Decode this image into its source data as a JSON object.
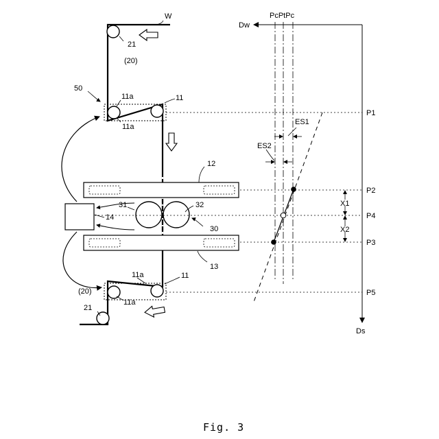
{
  "caption": "Fig. 3",
  "labels": {
    "w": "W",
    "roller_21_top": "21",
    "unit_20_top": "(20)",
    "ref_50": "50",
    "r11a_top_left": "11a",
    "r11_top": "11",
    "r11a_top_bottom": "11a",
    "r12": "12",
    "r31": "31",
    "r32": "32",
    "r14": "14",
    "r30": "30",
    "r13": "13",
    "r11a_bot_top": "11a",
    "r11_bot": "11",
    "unit_20_bot": "(20)",
    "r11a_bot_bottom": "11a",
    "roller_21_bot": "21"
  },
  "graph": {
    "dw": "Dw",
    "ds": "Ds",
    "pcptpc": "PcPtPc",
    "es1": "ES1",
    "es2": "ES2",
    "x1": "X1",
    "x2": "X2",
    "p1": "P1",
    "p2": "P2",
    "p4": "P4",
    "p3": "P3",
    "p5": "P5"
  }
}
